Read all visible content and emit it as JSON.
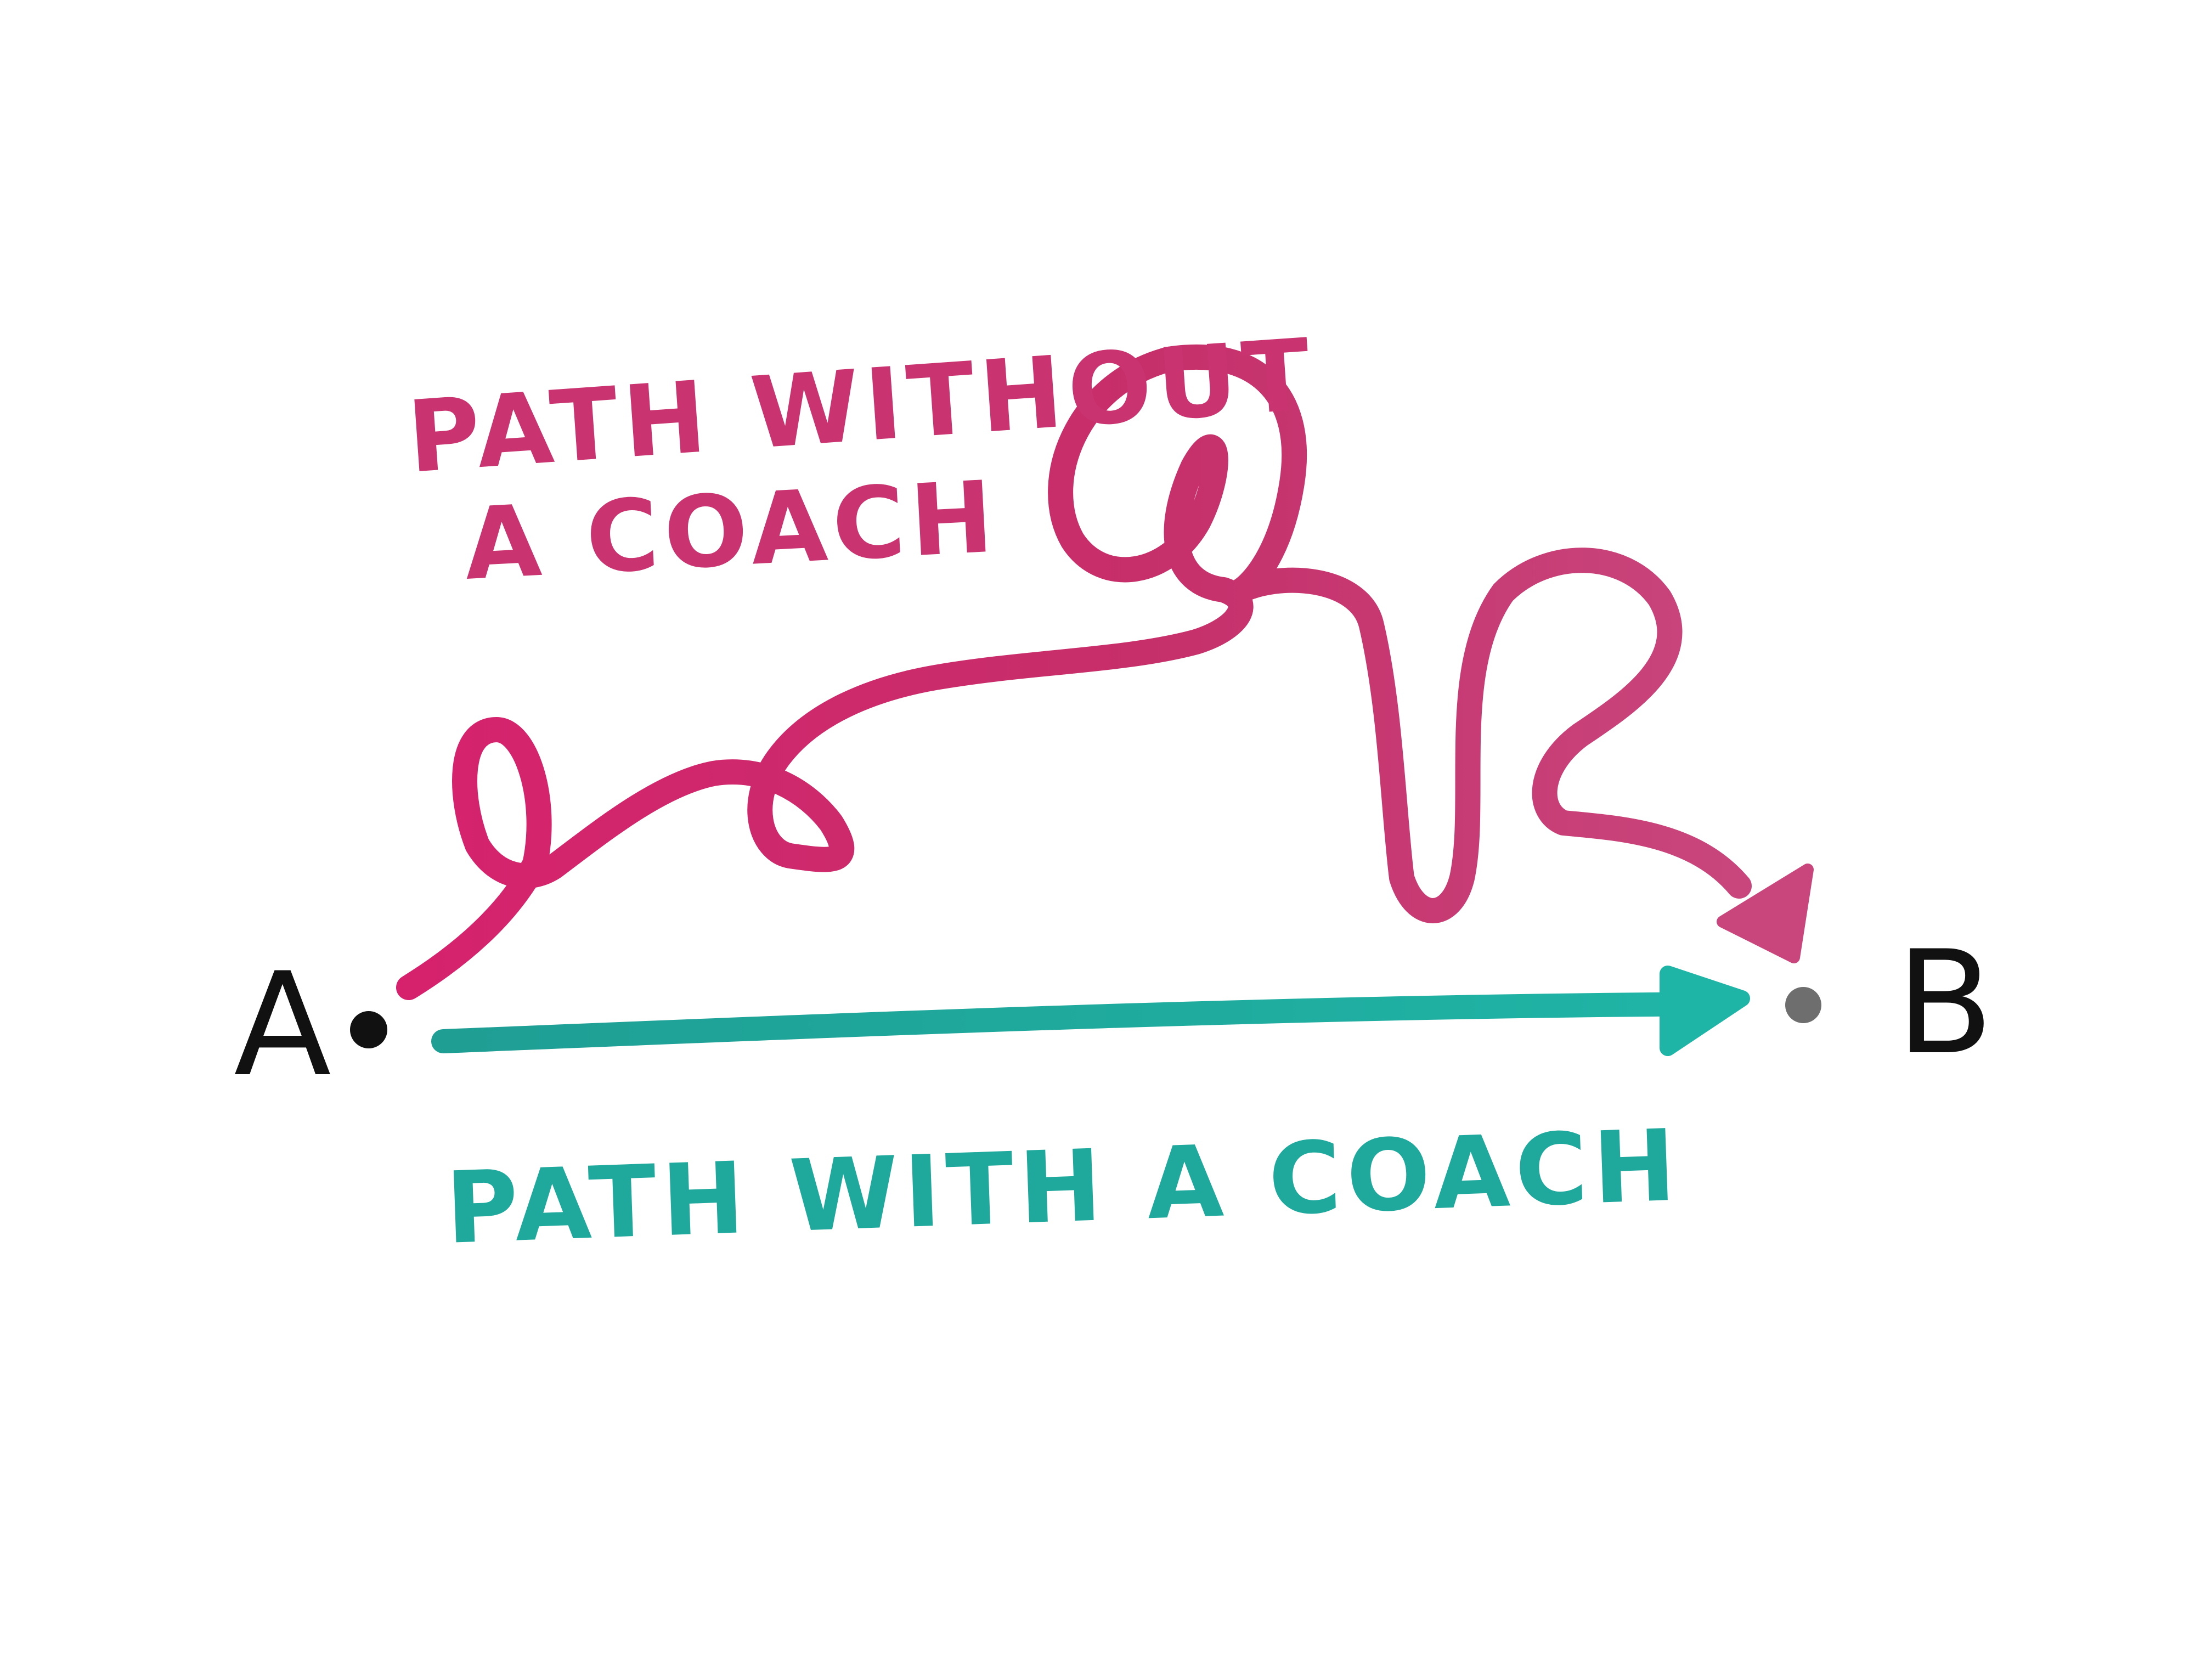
{
  "labels": {
    "point_a": "A",
    "point_b": "B",
    "without_coach_line1": "PATH WITHOUT",
    "without_coach_line2": "A COACH",
    "with_coach": "PATH WITH A COACH"
  },
  "colors": {
    "without_coach": "#d12a6e",
    "with_coach": "#1fa89c",
    "point_a": "#111111",
    "point_b": "#6e6e6e",
    "ink": "#111111",
    "background": "#ffffff"
  }
}
